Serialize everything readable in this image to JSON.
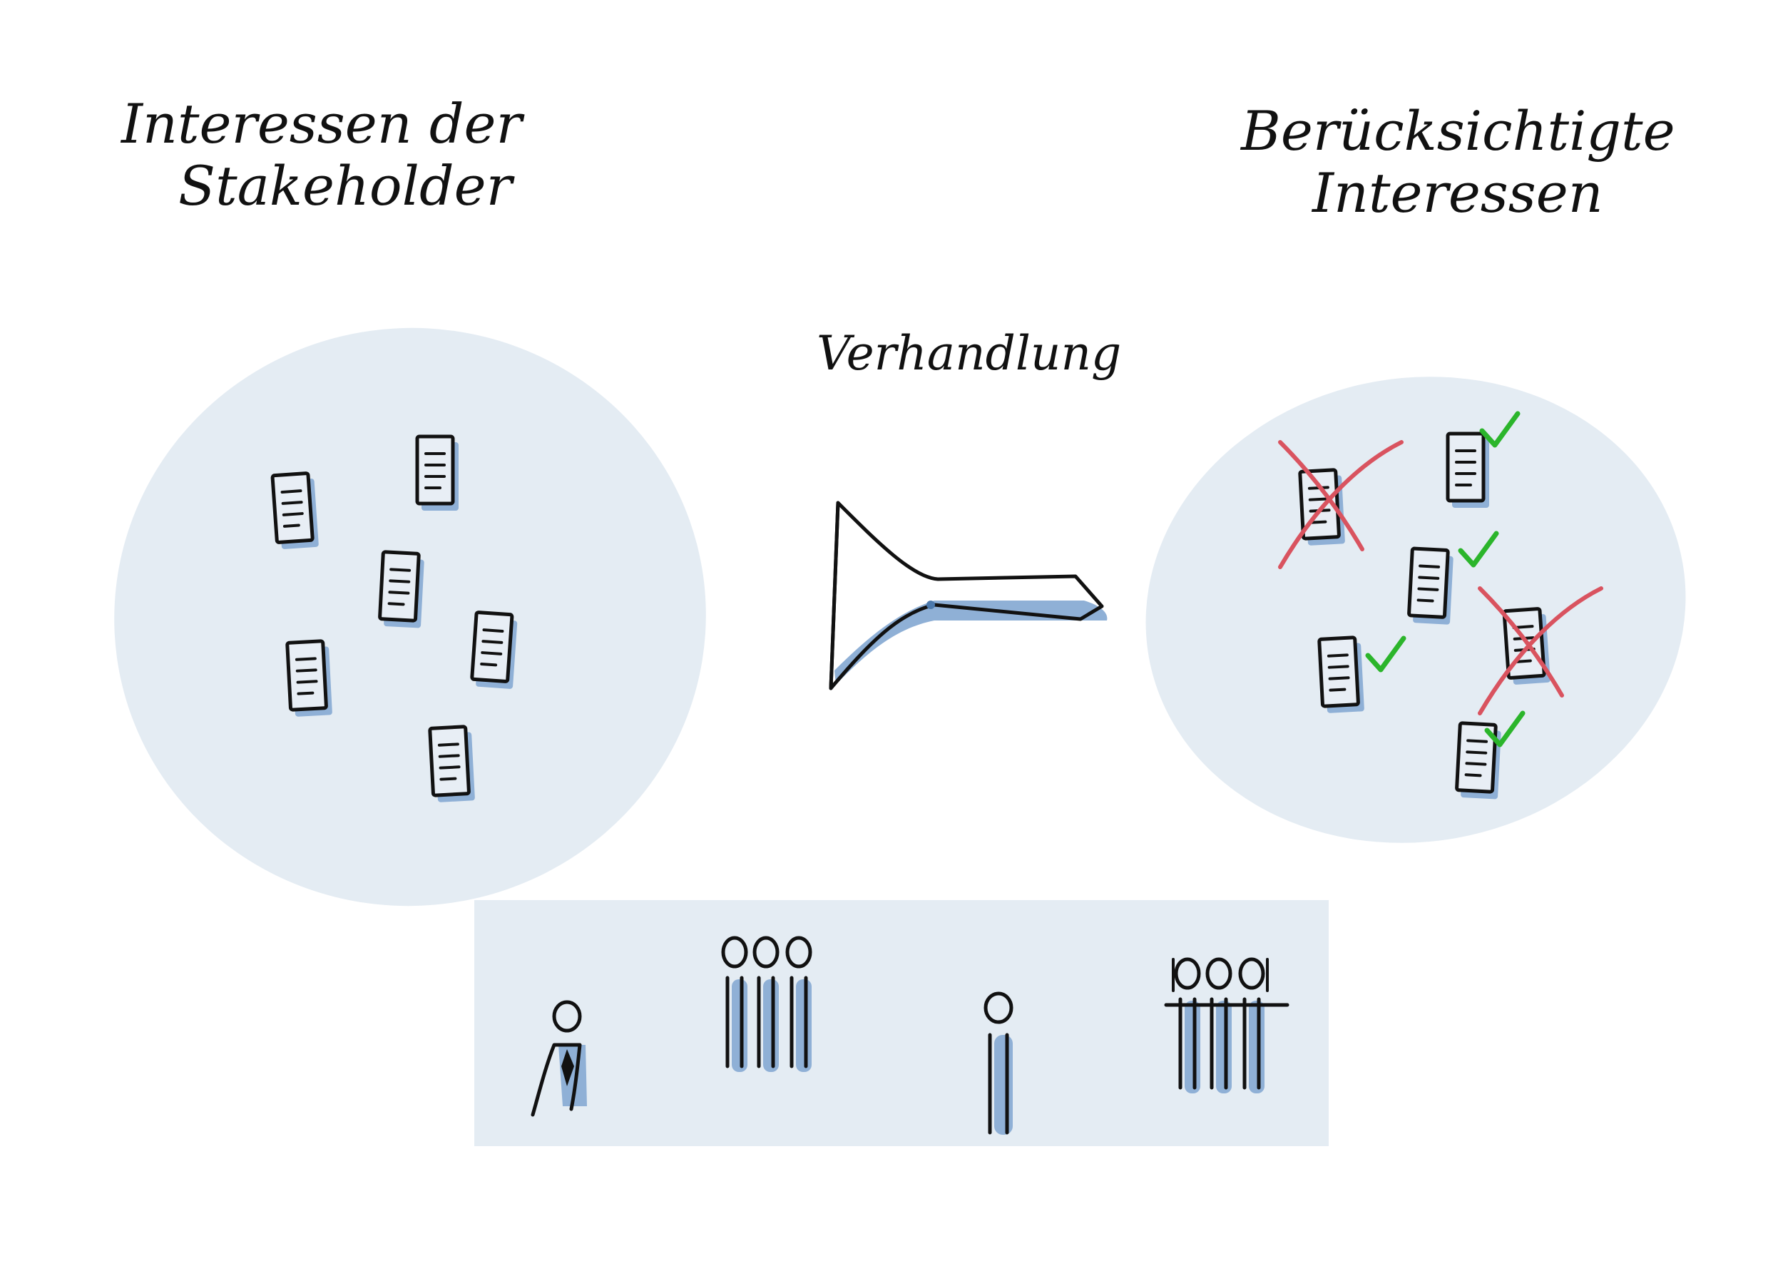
{
  "titles": {
    "left_line1": "Interessen der",
    "left_line2": "Stakeholder",
    "right_line1": "Berücksichtigte",
    "right_line2": "Interessen",
    "process": "Verhandlung"
  },
  "colors": {
    "blob_fill": "#e4ecf3",
    "shadow": "#8fb0d6",
    "ink": "#111111",
    "accepted": "#2bb52b",
    "rejected": "#d9535f"
  },
  "icons": {
    "document": "document-icon",
    "funnel": "funnel-icon",
    "check": "check-icon",
    "cross": "cross-icon",
    "person": "person-icon",
    "group": "group-icon"
  },
  "right_documents_status": [
    "rejected",
    "accepted",
    "accepted",
    "rejected",
    "accepted",
    "accepted"
  ]
}
